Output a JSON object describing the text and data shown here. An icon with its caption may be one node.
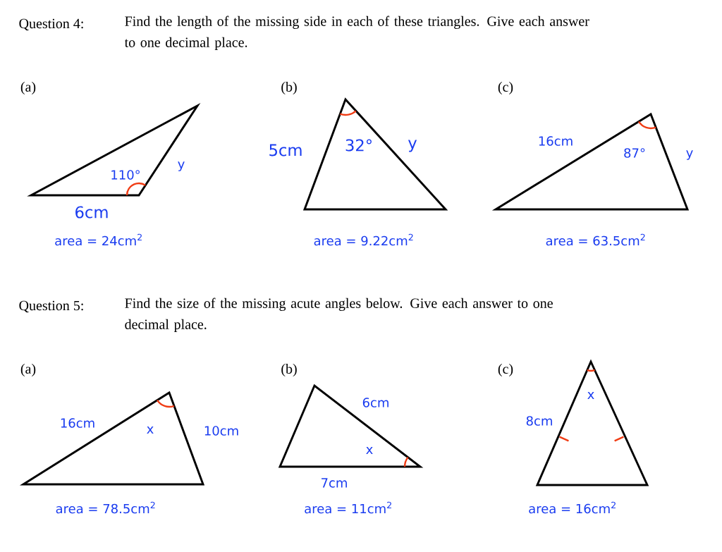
{
  "diagram": {
    "labels": [
      "Question 4:",
      "Find the length of the missing side in each of these triangles. Give each answer to one decimal place.",
      "(a)",
      "110°",
      "y",
      "6cm",
      "area = 24cm$^{2}$",
      "(b)",
      "5cm",
      "32°",
      "y",
      "area = 9.22cm$^{2}$",
      "(c)",
      "16cm",
      "87°",
      "y",
      "area = 63.5cm$^{2}$",
      "Question 5:",
      "Find the size of the missing acute angles below. Give each answer to one decimal place.",
      "(a)",
      "16cm",
      "x",
      "10cm",
      "area = 78.5cm$^{2}$",
      "(b)",
      "6cm",
      "x",
      "7cm",
      "area = 11cm$^{2}$",
      "(c)",
      "x",
      "8cm",
      "area = 16cm$^{2}$"
    ]
  }
}
